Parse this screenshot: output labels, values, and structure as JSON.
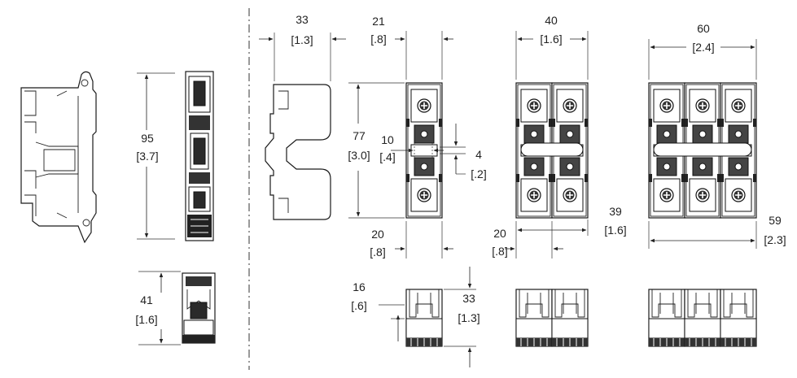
{
  "dimensions": {
    "side_profile": {
      "height_mm": "95",
      "height_in": "[3.7]"
    },
    "front_1pole_tall": {},
    "end_view": {
      "height_mm": "41",
      "height_in": "[1.6]"
    },
    "blank_profile": {
      "width_mm": "33",
      "width_in": "[1.3]"
    },
    "top_1pole": {
      "width_mm": "21",
      "width_in": "[.8]",
      "height_mm": "77",
      "height_in": "[3.0]",
      "slot_mm": "10",
      "slot_in": "[.4]",
      "gap_mm": "4",
      "gap_in": "[.2]",
      "base_mm": "20",
      "base_in": "[.8]"
    },
    "top_2pole": {
      "width_mm": "40",
      "width_in": "[1.6]",
      "base_mm": "20",
      "base_in": "[.8]",
      "span_mm": "39",
      "span_in": "[1.6]"
    },
    "top_3pole": {
      "width_mm": "60",
      "width_in": "[2.4]",
      "span_mm": "59",
      "span_in": "[2.3]"
    },
    "front_1pole": {
      "step_mm": "16",
      "step_in": "[.6]",
      "height_mm": "33",
      "height_in": "[1.3]"
    }
  },
  "colors": {
    "line": "#1a1a1a",
    "text": "#222222",
    "background": "#ffffff"
  }
}
